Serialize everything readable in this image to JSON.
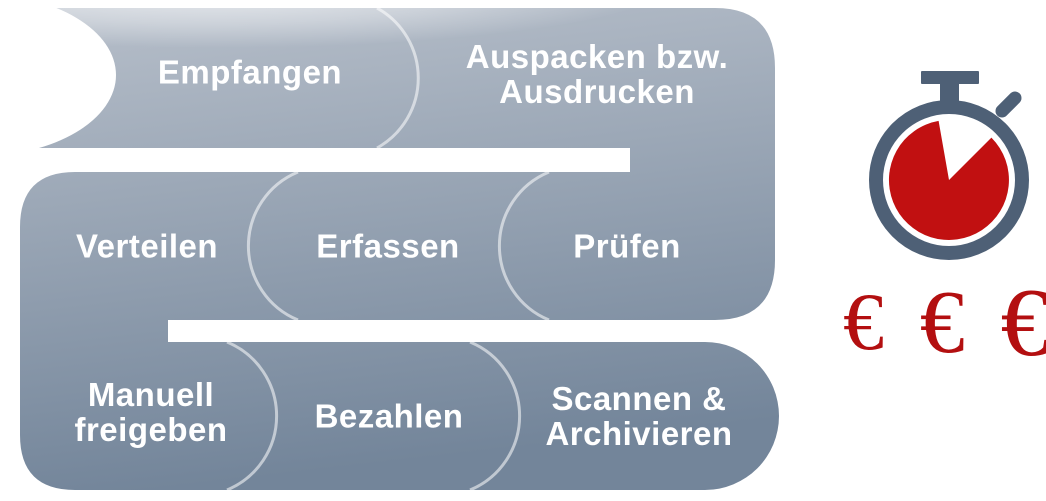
{
  "process_flow": {
    "description": "serpentine-invoice-process-flow",
    "steps": [
      {
        "id": "empfangen",
        "lines": [
          "Empfangen"
        ]
      },
      {
        "id": "auspacken-ausdrucken",
        "lines": [
          "Auspacken bzw.",
          "Ausdrucken"
        ]
      },
      {
        "id": "verteilen",
        "lines": [
          "Verteilen"
        ]
      },
      {
        "id": "erfassen",
        "lines": [
          "Erfassen"
        ]
      },
      {
        "id": "pruefen",
        "lines": [
          "Prüfen"
        ]
      },
      {
        "id": "manuell-freigeben",
        "lines": [
          "Manuell",
          "freigeben"
        ]
      },
      {
        "id": "bezahlen",
        "lines": [
          "Bezahlen"
        ]
      },
      {
        "id": "scannen-archivieren",
        "lines": [
          "Scannen &",
          "Archivieren"
        ]
      }
    ]
  },
  "cost_time_indicator": {
    "stopwatch_icon": "stopwatch-with-red-elapsed-dial",
    "euro_symbols": [
      "€",
      "€",
      "€"
    ]
  },
  "colors": {
    "background": "#ffffff",
    "flow_gradient_top": "#b7bfca",
    "flow_gradient_bottom": "#73859a",
    "label_text": "#ffffff",
    "divider_arc": "#ffffff",
    "stopwatch_body": "#4e6076",
    "stopwatch_dial_red": "#c11011",
    "euro_red": "#b30f10"
  }
}
